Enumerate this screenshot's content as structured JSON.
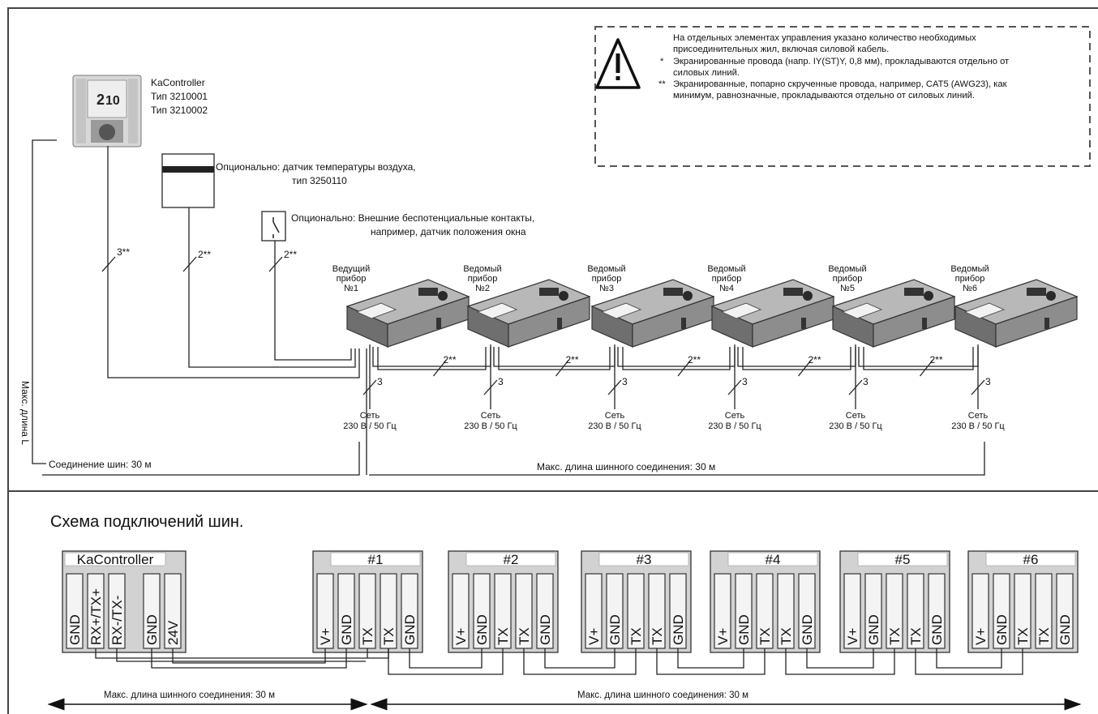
{
  "note": {
    "line1": "На  отдельных элементах управления   указано количество необходимых",
    "line2": "присоединительных жил, включая силовой кабель.",
    "star1_mark": "*",
    "star1_line1": "Экранированные провода (напр. IY(ST)Y, 0,8 мм), прокладываются отдельно от",
    "star1_line2": "силовых линий.",
    "star2_mark": "**",
    "star2_line1": "Экранированные, попарно скрученные провода, например, CAT5 (AWG23), как",
    "star2_line2": "минимум, равнозначные, прокладываются отдельно от силовых линий."
  },
  "controller": {
    "name": "KaController",
    "type1": "Тип 3210001",
    "type2": "Тип 3210002"
  },
  "sensor": {
    "line1": "Опционально: датчик температуры воздуха,",
    "line2": "тип 3250110"
  },
  "contacts": {
    "line1": "Опционально: Внешние беспотенциальные контакты,",
    "line2": "например, датчик положения окна"
  },
  "wire_counts": {
    "controller": "3**",
    "sensor": "2**",
    "contacts": "2**",
    "bus": "2**",
    "power": "3"
  },
  "devices": [
    {
      "role": "Ведущий",
      "word": "прибор",
      "num": "№1"
    },
    {
      "role": "Ведомый",
      "word": "прибор",
      "num": "№2"
    },
    {
      "role": "Ведомый",
      "word": "прибор",
      "num": "№3"
    },
    {
      "role": "Ведомый",
      "word": "прибор",
      "num": "№4"
    },
    {
      "role": "Ведомый",
      "word": "прибор",
      "num": "№5"
    },
    {
      "role": "Ведомый",
      "word": "прибор",
      "num": "№6"
    }
  ],
  "power": {
    "label": "Сеть",
    "spec": "230 В / 50 Гц"
  },
  "max_length_vertical": "Макс. длина L",
  "bus_connection_short": "Соединение шин: 30 м",
  "bus_length_top": "Макс. длина  шинного соединения: 30 м",
  "wiring_title": "Схема подключений шин.",
  "controller_terminal": {
    "title": "KaController",
    "pins": [
      "GND",
      "RX+/TX+",
      "RX-/TX-",
      "GND",
      "24V"
    ]
  },
  "device_terminals": [
    {
      "title": "#1",
      "pins": [
        "V+",
        "GND",
        "TX",
        "TX",
        "GND"
      ]
    },
    {
      "title": "#2",
      "pins": [
        "V+",
        "GND",
        "TX",
        "TX",
        "GND"
      ]
    },
    {
      "title": "#3",
      "pins": [
        "V+",
        "GND",
        "TX",
        "TX",
        "GND"
      ]
    },
    {
      "title": "#4",
      "pins": [
        "V+",
        "GND",
        "TX",
        "TX",
        "GND"
      ]
    },
    {
      "title": "#5",
      "pins": [
        "V+",
        "GND",
        "TX",
        "TX",
        "GND"
      ]
    },
    {
      "title": "#6",
      "pins": [
        "V+",
        "GND",
        "TX",
        "TX",
        "GND"
      ]
    }
  ],
  "bottom_length_left": "Макс. длина  шинного соединения: 30 м",
  "bottom_length_right": "Макс. длина  шинного соединения: 30 м"
}
